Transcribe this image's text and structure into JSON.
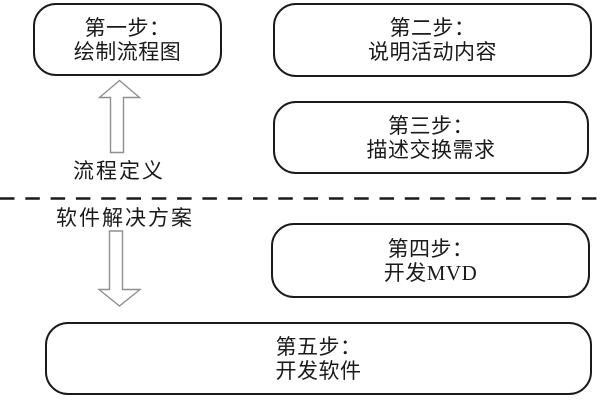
{
  "diagram": {
    "background": "#ffffff",
    "colors": {
      "box_stroke": "#1a1a1a",
      "text": "#1a1a1a",
      "divider": "#1a1a1a",
      "arrow_stroke": "#8f8f8f",
      "arrow_fill": "#ffffff"
    },
    "zone_labels": {
      "process_definition": "流程定义",
      "software_solution": "软件解决方案"
    },
    "steps": [
      {
        "line1": "第一步：",
        "line2": "绘制流程图"
      },
      {
        "line1": "第二步：",
        "line2": "说明活动内容"
      },
      {
        "line1": "第三步：",
        "line2": "描述交换需求"
      },
      {
        "line1": "第四步：",
        "line2": "开发MVD"
      },
      {
        "line1": "第五步：",
        "line2": "开发软件"
      }
    ]
  }
}
